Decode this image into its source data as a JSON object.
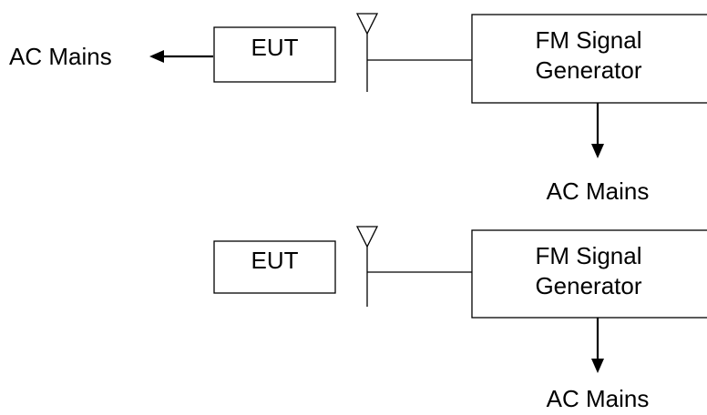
{
  "colors": {
    "line": "#000000",
    "background": "#ffffff"
  },
  "top_setup": {
    "ac_mains_left_label": "AC Mains",
    "eut_label": "EUT",
    "generator_label_line1": "FM Signal",
    "generator_label_line2": "Generator",
    "ac_mains_bottom_label": "AC Mains"
  },
  "bottom_setup": {
    "eut_label": "EUT",
    "generator_label_line1": "FM Signal",
    "generator_label_line2": "Generator",
    "ac_mains_bottom_label": "AC Mains"
  }
}
